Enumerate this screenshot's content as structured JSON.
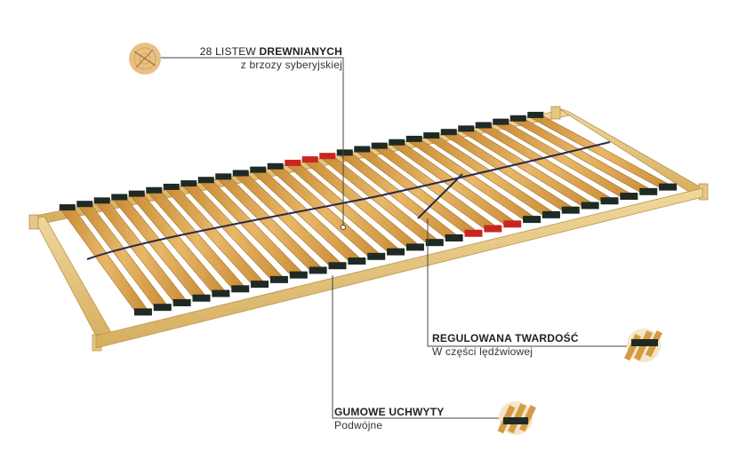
{
  "callouts": {
    "slats": {
      "title_plain": "28 LISTEW ",
      "title_bold": "DREWNIANYCH",
      "subtitle": "z brzozy syberyjskiej",
      "icon": "wood-cross-section-icon"
    },
    "firmness": {
      "title_bold": "REGULOWANA TWARDOŚĆ",
      "subtitle": "W części lędźwiowej",
      "icon": "slat-adjuster-icon"
    },
    "holders": {
      "title_bold": "GUMOWE UCHWYTY",
      "subtitle": "Podwójne",
      "icon": "rubber-holder-icon"
    }
  },
  "colors": {
    "frame": "#e2c07a",
    "slat": "#d9a24a",
    "holder": "#1f2a24",
    "adjuster": "#c8261f",
    "strap": "#2b2a4a",
    "leader_line": "#444444"
  },
  "slat_count": 28
}
